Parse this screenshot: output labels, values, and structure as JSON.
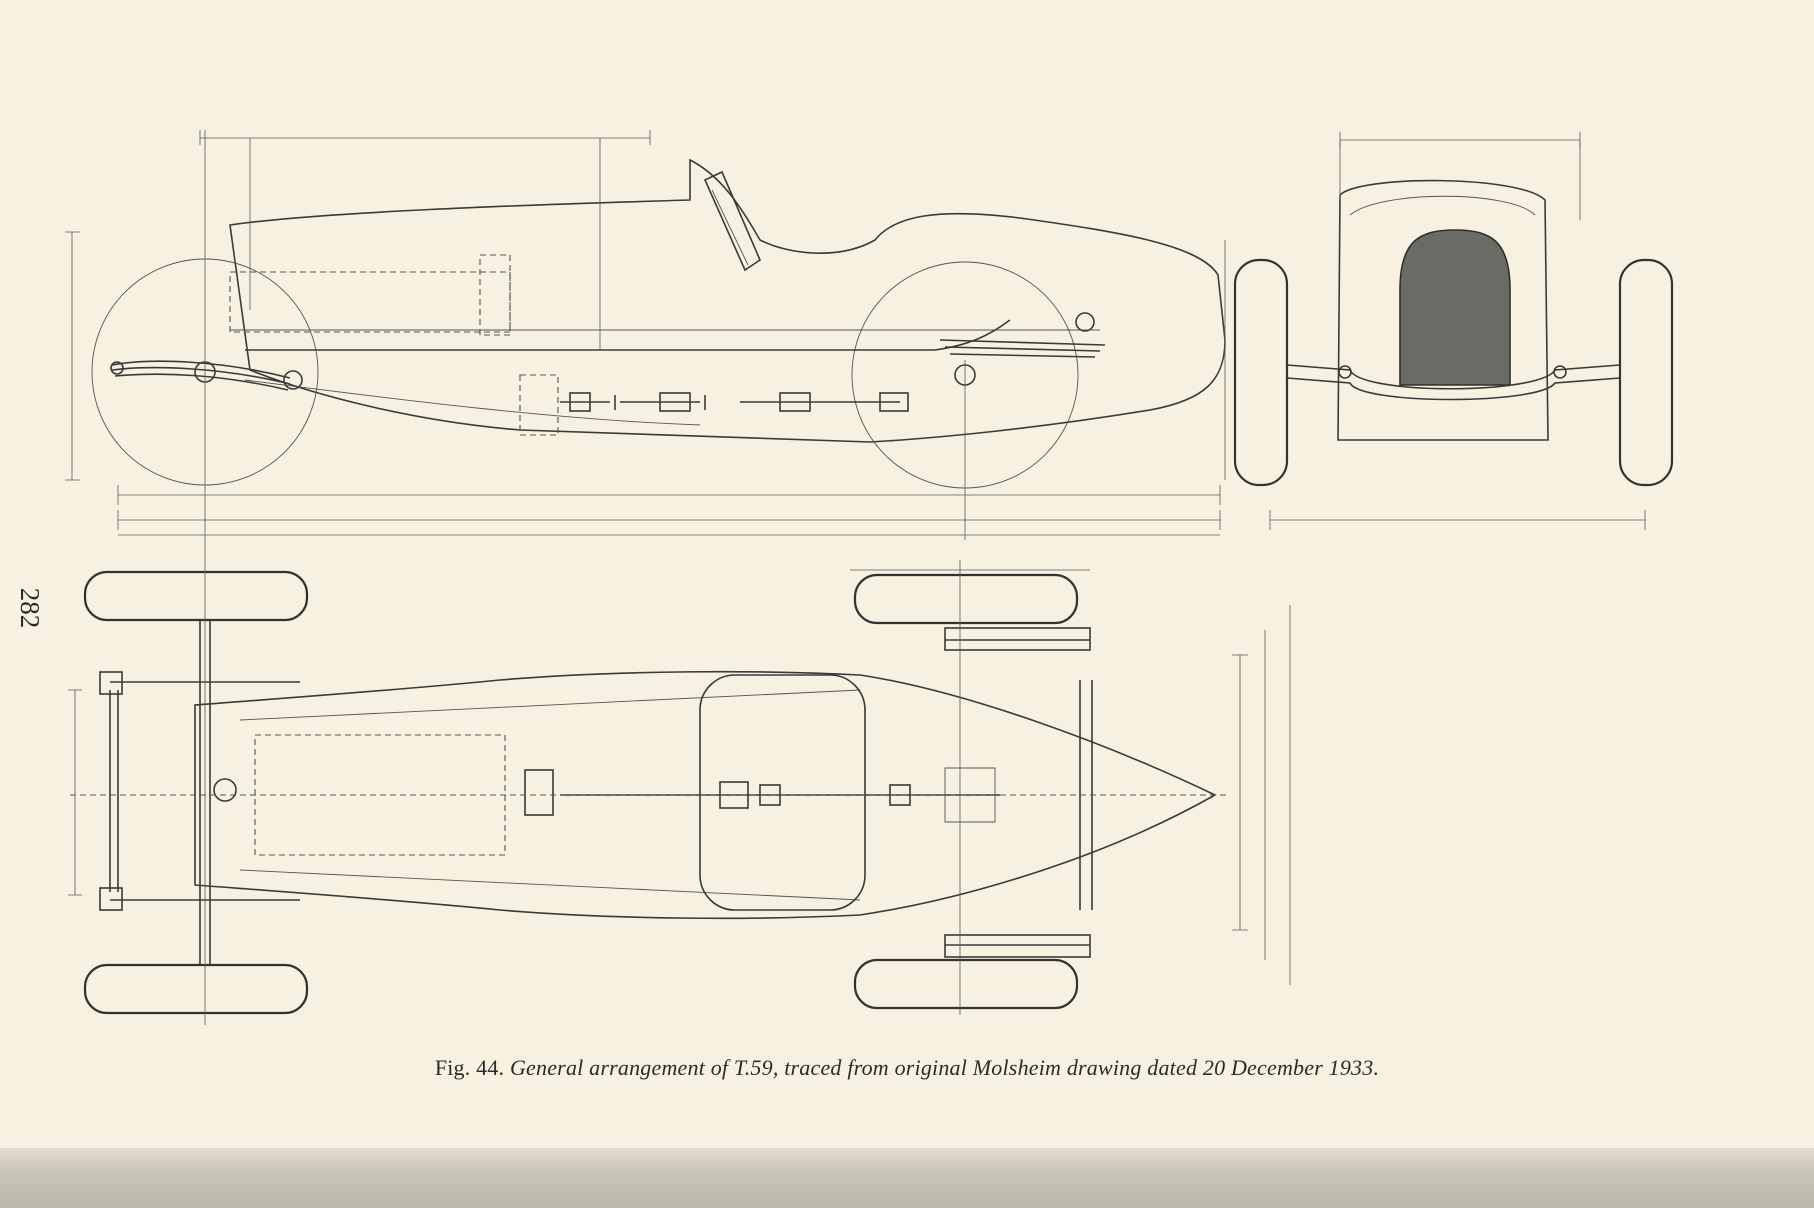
{
  "page_number": "282",
  "caption": {
    "figure_label": "Fig. 44.",
    "text": "General arrangement of T.59, traced from original Molsheim drawing dated 20 December 1933."
  },
  "views": {
    "side_elevation": "side-elevation",
    "front_elevation": "front-elevation",
    "plan_view": "plan-view"
  },
  "colors": {
    "paper": "#f6f1e1",
    "ink": "#3a3a38",
    "grille": "#6b6b66"
  }
}
